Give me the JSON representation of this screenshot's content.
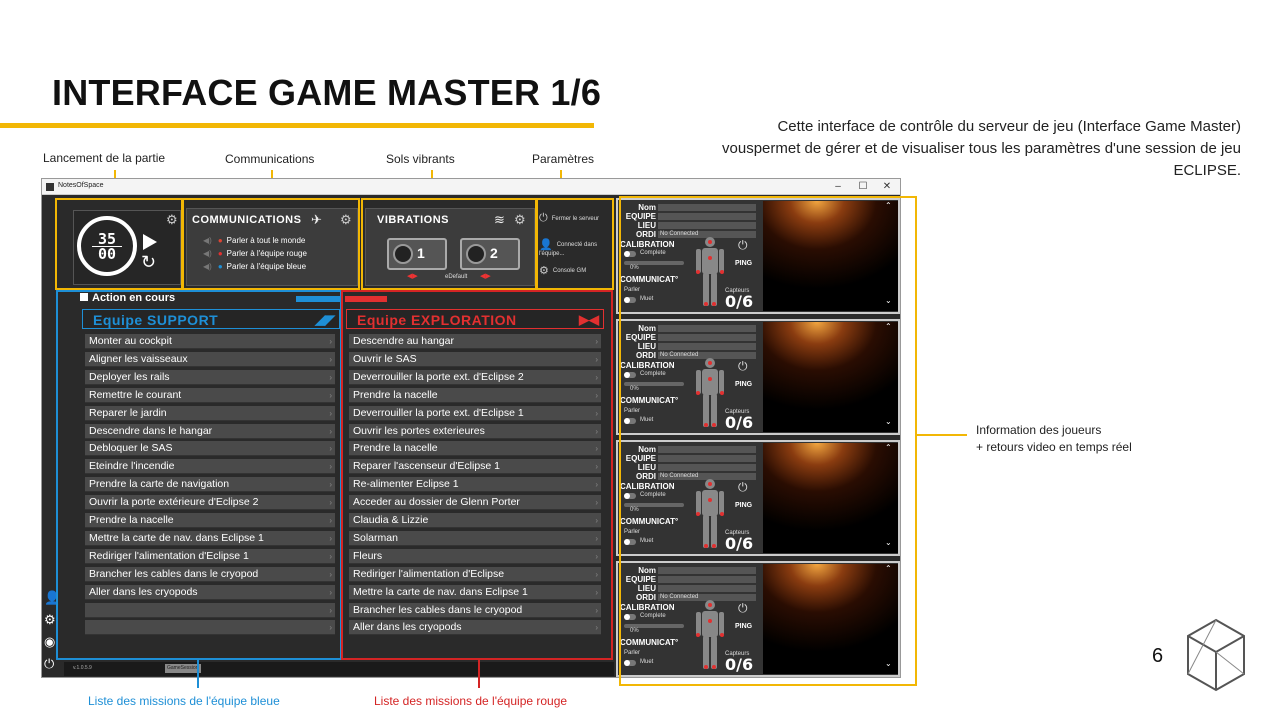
{
  "slide": {
    "title": "INTERFACE GAME MASTER 1/6",
    "description": "Cette interface de contrôle du serveur de jeu (Interface Game Master) vouspermet de gérer et de visualiser tous les paramètres d'une session de jeu ECLIPSE.",
    "page_number": "6"
  },
  "callouts": {
    "launch": "Lancement de la partie",
    "comms": "Communications",
    "vibrating_floors": "Sols vibrants",
    "settings": "Paramètres",
    "players_info_line1": "Information des joueurs",
    "players_info_line2": "+ retours video en temps réel",
    "blue_list": "Liste des missions de l'équipe bleue",
    "red_list": "Liste des missions de l'équipe rouge"
  },
  "window": {
    "title": "NotesOfSpace",
    "btn_minimize": "–",
    "btn_maximize": "☐",
    "btn_close": "✕"
  },
  "timer": {
    "minutes": "35",
    "seconds": "00"
  },
  "communications": {
    "title": "COMMUNICATIONS",
    "items": [
      "Parler à tout le monde",
      "Parler à l'équipe rouge",
      "Parler à l'équipe bleue"
    ]
  },
  "vibrations": {
    "title": "VIBRATIONS",
    "pad1": "1",
    "pad2": "2",
    "default_label": "eDefault"
  },
  "server": {
    "close_server": "Fermer le serveur",
    "connected_as": "Connecté dans l'équipe...",
    "console": "Console GM"
  },
  "action": {
    "label": "Action en cours"
  },
  "teams": {
    "blue": {
      "name": "Equipe SUPPORT",
      "color": "#1e8fd6",
      "missions": [
        "Monter au cockpit",
        "Aligner les vaisseaux",
        "Deployer les rails",
        "Remettre le courant",
        "Reparer le jardin",
        "Descendre dans le hangar",
        "Debloquer le SAS",
        "Eteindre l'incendie",
        "Prendre la carte de navigation",
        "Ouvrir la porte extérieure d'Eclipse 2",
        "Prendre la nacelle",
        "Mettre la carte de nav. dans Eclipse 1",
        "Rediriger l'alimentation d'Eclipse 1",
        "Brancher les cables dans le cryopod",
        "Aller dans les cryopods",
        "",
        ""
      ]
    },
    "red": {
      "name": "Equipe EXPLORATION",
      "color": "#e23030",
      "missions": [
        "Descendre au hangar",
        "Ouvrir le SAS",
        "Deverrouiller la porte ext. d'Eclipse 2",
        "Prendre la nacelle",
        "Deverrouiller la porte ext. d'Eclipse 1",
        "Ouvrir les portes exterieures",
        "Prendre la nacelle",
        "Reparer l'ascenseur d'Eclipse 1",
        "Re-alimenter Eclipse 1",
        "Acceder au dossier de Glenn Porter",
        "Claudia & Lizzie",
        "Solarman",
        "Fleurs",
        "Rediriger l'alimentation d'Eclipse",
        "Mettre la carte de nav. dans Eclipse 1",
        "Brancher les cables dans le cryopod",
        "Aller dans les cryopods"
      ]
    }
  },
  "footer": {
    "version": "v.1.0.5.9",
    "session": "GameSession"
  },
  "player_card": {
    "name_label": "Nom",
    "team_label": "EQUIPE",
    "place_label": "LIEU",
    "computer_label": "ORDI",
    "computer_value": "No Connected",
    "calibration_label": "CALIBRATION",
    "complete_label": "Complete",
    "percent": "0%",
    "communication_label": "COMMUNICAT°",
    "talk_label": "Parler",
    "mute_label": "Muet",
    "ping_label": "PING",
    "sensors_label": "Capteurs",
    "sensors_value": "0/6"
  },
  "colors": {
    "accent_yellow": "#f2b705",
    "blue": "#1e8fd6",
    "red": "#e23030"
  }
}
